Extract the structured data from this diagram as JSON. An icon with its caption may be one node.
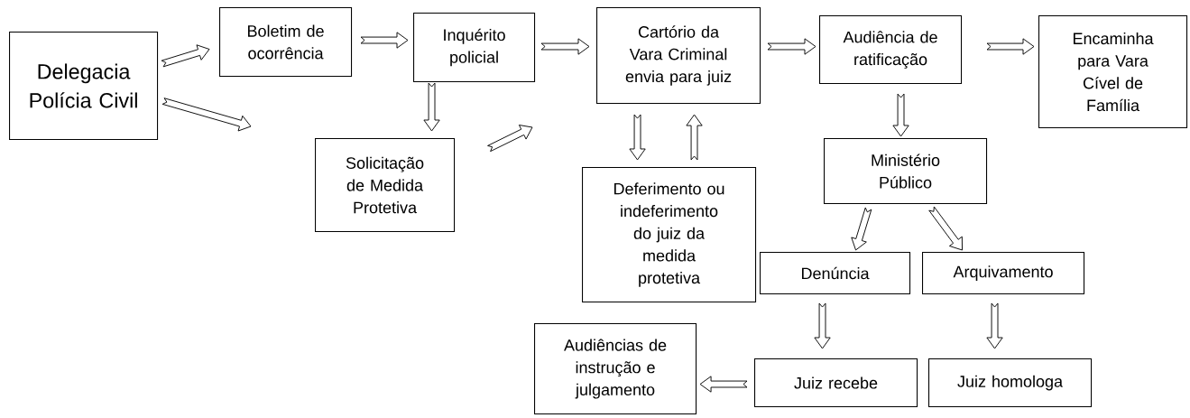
{
  "diagram": {
    "nodes": [
      {
        "text": [
          "Delegacia Polícia Civil"
        ]
      },
      {
        "text": [
          "Boletim de ocorrência"
        ]
      },
      {
        "text": [
          "Inquérito policial"
        ]
      },
      {
        "text": [
          "Solicitação de Medida Protetiva"
        ]
      },
      {
        "text": [
          "Cartório da Vara Criminal envia para juiz"
        ]
      },
      {
        "text": [
          "Deferimento ou indeferimento do juiz da medida protetiva"
        ]
      },
      {
        "text": [
          "Audiência de ratificação"
        ]
      },
      {
        "text": [
          "Encaminha para Vara Cível de Família"
        ]
      },
      {
        "text": [
          "Ministério Público"
        ]
      },
      {
        "text": [
          "Denúncia"
        ]
      },
      {
        "text": [
          "Arquivamento"
        ]
      },
      {
        "text": [
          "Audiências de instrução e julgamento"
        ]
      },
      {
        "text": [
          "Juiz recebe"
        ]
      },
      {
        "text": [
          "Juiz homologa"
        ]
      }
    ],
    "edges": [
      {
        "from": 0,
        "to": 1,
        "arrow": "to"
      },
      {
        "from": 0,
        "to": null,
        "arrow": "to"
      },
      {
        "from": 1,
        "to": 2,
        "arrow": "to"
      },
      {
        "from": 2,
        "to": 4,
        "arrow": "to"
      },
      {
        "from": 2,
        "to": 3,
        "arrow": "to"
      },
      {
        "from": 3,
        "to": null,
        "arrow": "to"
      },
      {
        "from": 4,
        "to": 5,
        "arrow": "to"
      },
      {
        "from": 5,
        "to": 4,
        "arrow": "to"
      },
      {
        "from": 4,
        "to": 6,
        "arrow": "to"
      },
      {
        "from": 6,
        "to": 7,
        "arrow": "to"
      },
      {
        "from": 6,
        "to": 8,
        "arrow": "to"
      },
      {
        "from": 8,
        "to": 9,
        "arrow": "to"
      },
      {
        "from": 8,
        "to": 10,
        "arrow": "to"
      },
      {
        "from": 9,
        "to": 12,
        "arrow": "to"
      },
      {
        "from": 10,
        "to": 13,
        "arrow": "to"
      },
      {
        "from": 12,
        "to": 11,
        "arrow": "to"
      }
    ]
  }
}
